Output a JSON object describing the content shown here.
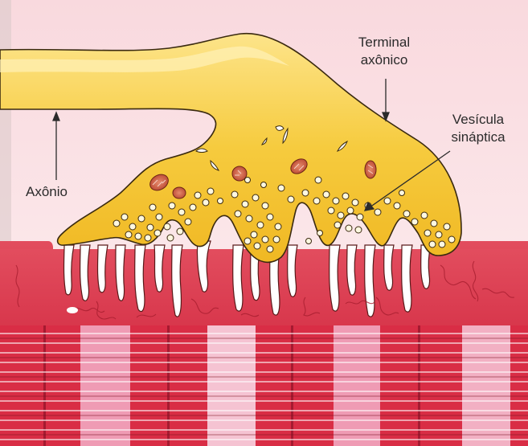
{
  "labels": {
    "terminal_line1": "Terminal",
    "terminal_line2": "axônico",
    "vesicula_line1": "Vesícula",
    "vesicula_line2": "sináptica",
    "axonio": "Axônio"
  },
  "colors": {
    "background_top": "#fbe3e6",
    "axon_fill": "#f3c02c",
    "axon_highlight": "#fde48a",
    "muscle_fill": "#e0505f",
    "muscle_dark": "#b3202f",
    "band_dark": "#c8243a",
    "band_light": "#f2b6c8",
    "vesicle_fill": "#fff8e0",
    "mitochondria": "#c4513a"
  }
}
